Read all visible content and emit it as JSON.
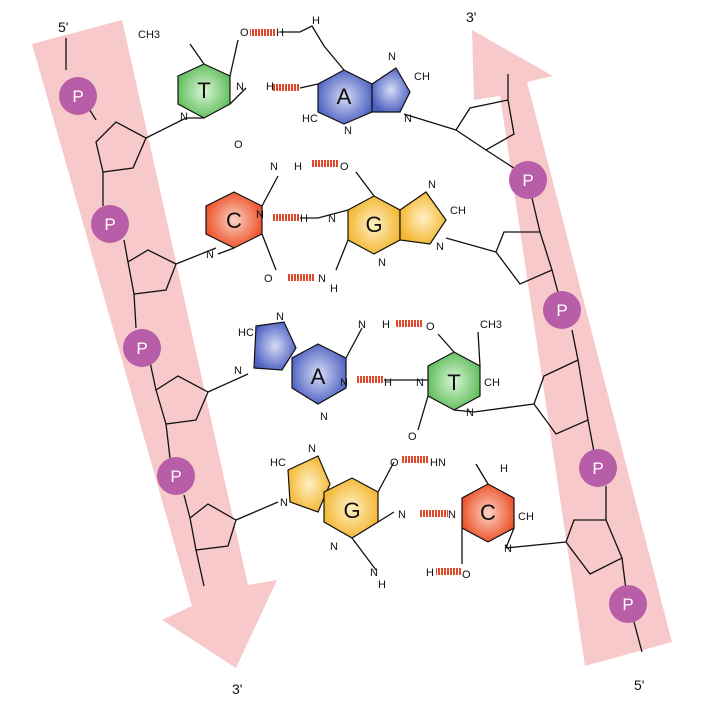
{
  "strand_left": {
    "end_top": "5'",
    "end_bottom": "3'",
    "phosphate_label": "P",
    "phosphate_count": 4
  },
  "strand_right": {
    "end_top": "3'",
    "end_bottom": "5'",
    "phosphate_label": "P",
    "phosphate_count": 4
  },
  "base_pairs": [
    {
      "left": "T",
      "right": "A",
      "hbonds": 2
    },
    {
      "left": "C",
      "right": "G",
      "hbonds": 3
    },
    {
      "left": "A",
      "right": "T",
      "hbonds": 2
    },
    {
      "left": "G",
      "right": "C",
      "hbonds": 3
    }
  ],
  "atoms": {
    "methyl": "CH3",
    "o": "O",
    "n": "N",
    "h": "H",
    "c": "C",
    "ch": "CH",
    "hc": "HC",
    "nh": "NH",
    "hn": "HN"
  },
  "colors": {
    "arrow": "#f6c6c8",
    "phosphate": "#b85ea8",
    "thymine": "#7ccf7a",
    "adenine": "#5b6fc4",
    "cytosine": "#f0623c",
    "guanine": "#f7c14a",
    "hbond": "#e04a2c"
  }
}
